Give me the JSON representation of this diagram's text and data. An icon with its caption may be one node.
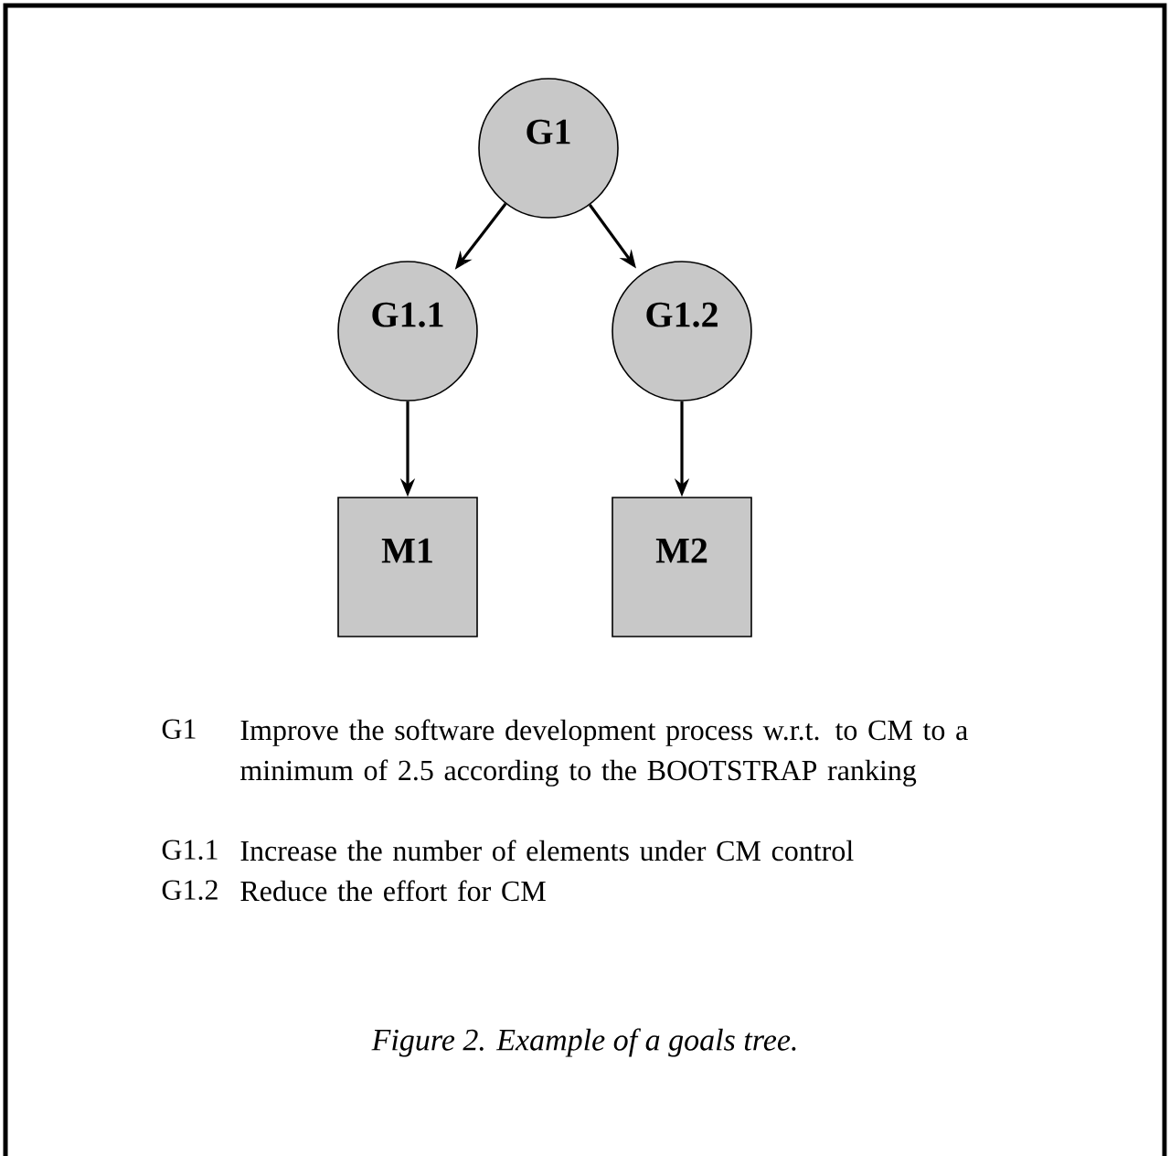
{
  "diagram": {
    "caption": "Figure 2. Example of a goals tree.",
    "nodes": [
      {
        "text": [
          "G1"
        ]
      },
      {
        "text": [
          "G1.1"
        ]
      },
      {
        "text": [
          "G1.2"
        ]
      },
      {
        "text": [
          "M1"
        ]
      },
      {
        "text": [
          "M2"
        ]
      }
    ],
    "edges": [
      {
        "from": 0,
        "to": 1,
        "arrow": "to"
      },
      {
        "from": 0,
        "to": 2,
        "arrow": "to"
      },
      {
        "from": 1,
        "to": 3,
        "arrow": "to"
      },
      {
        "from": 2,
        "to": 4,
        "arrow": "to"
      }
    ],
    "labels": [
      "G1",
      "Improve the software development process w.r.t. to CM to a minimum of 2.5 according to the BOOTSTRAP ranking",
      "G1.1",
      "Increase the number of elements under CM control",
      "G1.2",
      "Reduce the effort for CM"
    ]
  }
}
